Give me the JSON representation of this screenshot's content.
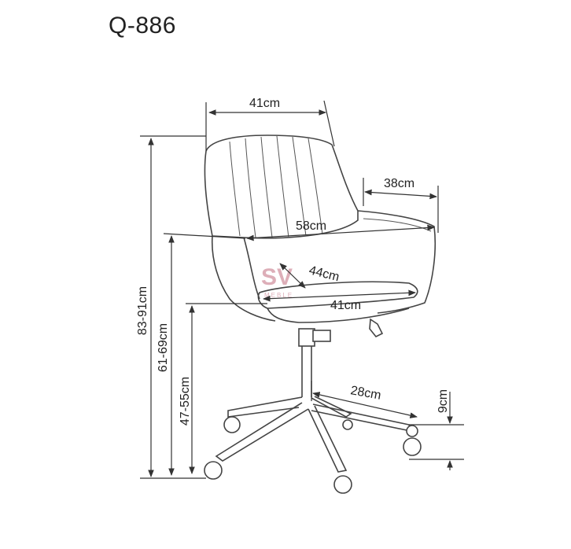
{
  "title": "Q-886",
  "dimensions": {
    "back_width": "41cm",
    "arm_depth": "38cm",
    "total_width": "58cm",
    "seat_depth": "44cm",
    "seat_width": "41cm",
    "total_height": "83-91cm",
    "arm_height": "61-69cm",
    "seat_height": "47-55cm",
    "base_radius": "28cm",
    "caster_height": "9cm"
  },
  "logo": {
    "text": "SV",
    "subtext": "MEBLE"
  },
  "colors": {
    "line": "#333333",
    "logo": "#d8a0ac"
  }
}
